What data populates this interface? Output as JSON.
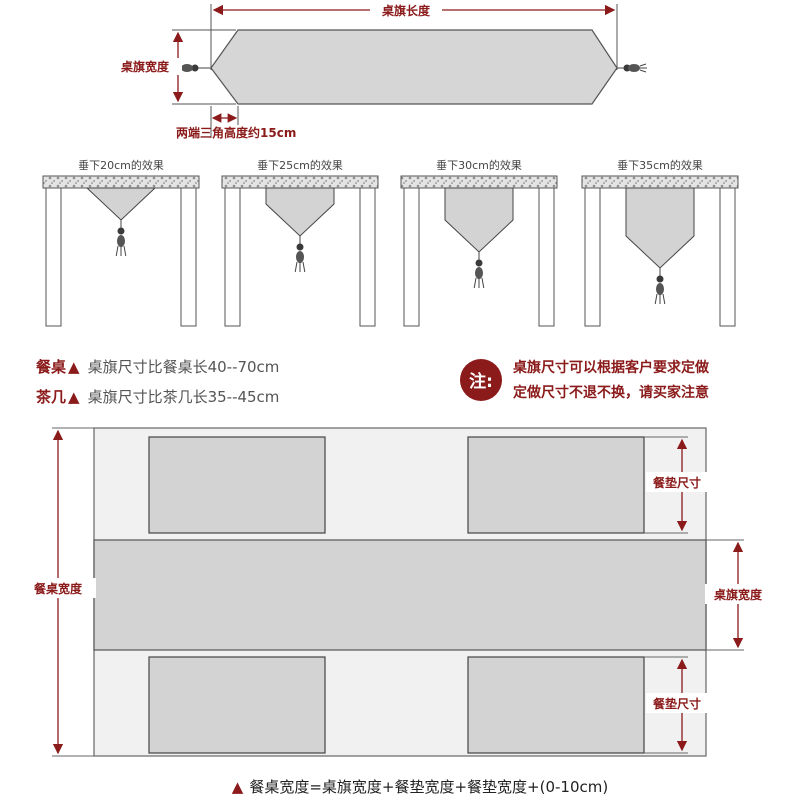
{
  "runner_diagram": {
    "length_label": "桌旗长度",
    "width_label": "桌旗宽度",
    "triangle_label": "两端三角高度约15cm"
  },
  "drop_effects": [
    {
      "label": "垂下20cm的效果",
      "drop_cm": 20
    },
    {
      "label": "垂下25cm的效果",
      "drop_cm": 25
    },
    {
      "label": "垂下30cm的效果",
      "drop_cm": 30
    },
    {
      "label": "垂下35cm的效果",
      "drop_cm": 35
    }
  ],
  "size_rules": [
    {
      "category": "餐桌",
      "marker": "▲",
      "text": "桌旗尺寸比餐桌长40--70cm"
    },
    {
      "category": "茶几",
      "marker": "▲",
      "text": "桌旗尺寸比茶几长35--45cm"
    }
  ],
  "note": {
    "badge": "注:",
    "line1": "桌旗尺寸可以根据客户要求定做",
    "line2": "定做尺寸不退不换，请买家注意"
  },
  "layout_diagram": {
    "table_width_label": "餐桌宽度",
    "runner_width_label": "桌旗宽度",
    "placemat_label_top": "餐垫尺寸",
    "placemat_label_bottom": "餐垫尺寸"
  },
  "formula": {
    "marker": "▲",
    "text": "餐桌宽度=桌旗宽度+餐垫宽度+餐垫宽度+(0-10cm)"
  },
  "colors": {
    "accent": "#8b1a1a",
    "fabric": "#d6d6d6",
    "outline": "#555555"
  }
}
